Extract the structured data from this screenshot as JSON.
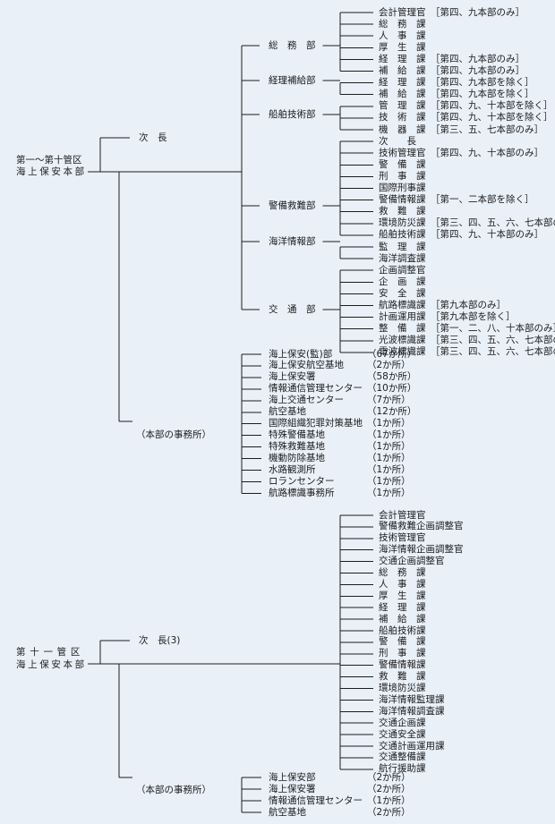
{
  "block1": {
    "root": [
      "第一～第十管区",
      "海上保安本部"
    ],
    "vice": "次　長",
    "honbu": "（本部の事務所）",
    "departments": [
      {
        "name": "総　務　部",
        "units": [
          {
            "name": "会計管理官",
            "note": "［第四、九本部のみ］"
          },
          {
            "name": "総　務　課",
            "note": ""
          },
          {
            "name": "人　事　課",
            "note": ""
          },
          {
            "name": "厚　生　課",
            "note": ""
          },
          {
            "name": "経　理　課",
            "note": "［第四、九本部のみ］"
          },
          {
            "name": "補　給　課",
            "note": "［第四、九本部のみ］"
          }
        ]
      },
      {
        "name": "経理補給部",
        "units": [
          {
            "name": "経　理　課",
            "note": "［第四、九本部を除く］"
          },
          {
            "name": "補　給　課",
            "note": "［第四、九本部を除く］"
          }
        ]
      },
      {
        "name": "船舶技術部",
        "units": [
          {
            "name": "管　理　課",
            "note": "［第四、九、十本部を除く］"
          },
          {
            "name": "技　術　課",
            "note": "［第四、九、十本部を除く］"
          },
          {
            "name": "機　器　課",
            "note": "［第三、五、七本部のみ］"
          }
        ]
      },
      {
        "name": "警備救難部",
        "units": [
          {
            "name": "次　　長",
            "note": ""
          },
          {
            "name": "技術管理官",
            "note": "［第四、九、十本部のみ］"
          },
          {
            "name": "警　備　課",
            "note": ""
          },
          {
            "name": "刑　事　課",
            "note": ""
          },
          {
            "name": "国際刑事課",
            "note": ""
          },
          {
            "name": "警備情報課",
            "note": "［第一、二本部を除く］"
          },
          {
            "name": "救　難　課",
            "note": ""
          },
          {
            "name": "環境防災課",
            "note": "［第三、四、五、六、七本部のみ］"
          },
          {
            "name": "船舶技術課",
            "note": "［第四、九、十本部のみ］"
          }
        ]
      },
      {
        "name": "海洋情報部",
        "units": [
          {
            "name": "監　理　課",
            "note": ""
          },
          {
            "name": "海洋調査課",
            "note": ""
          }
        ]
      },
      {
        "name": "交　通　部",
        "units": [
          {
            "name": "企画調整官",
            "note": ""
          },
          {
            "name": "企　画　課",
            "note": ""
          },
          {
            "name": "安　全　課",
            "note": ""
          },
          {
            "name": "航路標識課",
            "note": "［第九本部のみ］"
          },
          {
            "name": "計画運用課",
            "note": "［第九本部を除く］"
          },
          {
            "name": "整　備　課",
            "note": "［第一、二、八、十本部のみ］"
          },
          {
            "name": "光波標識課",
            "note": "［第三、四、五、六、七本部のみ］"
          },
          {
            "name": "電波標識課",
            "note": "［第三、四、五、六、七本部のみ］"
          }
        ]
      }
    ],
    "offices": [
      {
        "name": "海上保安(監)部",
        "count": "（67か所）"
      },
      {
        "name": "海上保安航空基地",
        "count": "（2か所）"
      },
      {
        "name": "海上保安署",
        "count": "（58か所）"
      },
      {
        "name": "情報通信管理センター",
        "count": "（10か所）"
      },
      {
        "name": "海上交通センター",
        "count": "（7か所）"
      },
      {
        "name": "航空基地",
        "count": "（12か所）"
      },
      {
        "name": "国際組織犯罪対策基地",
        "count": "（1か所）"
      },
      {
        "name": "特殊警備基地",
        "count": "（1か所）"
      },
      {
        "name": "特殊救難基地",
        "count": "（1か所）"
      },
      {
        "name": "機動防除基地",
        "count": "（1か所）"
      },
      {
        "name": "水路観測所",
        "count": "（1か所）"
      },
      {
        "name": "ロランセンター",
        "count": "（1か所）"
      },
      {
        "name": "航路標識事務所",
        "count": "（1か所）"
      }
    ]
  },
  "block2": {
    "root": [
      "第十一管区",
      "海上保安本部"
    ],
    "vice": "次　長(3)",
    "honbu": "（本部の事務所）",
    "units": [
      "会計管理官",
      "警備救難企画調整官",
      "技術管理官",
      "海洋情報企画調整官",
      "交通企画調整官",
      "総　務　課",
      "人　事　課",
      "厚　生　課",
      "経　理　課",
      "補　給　課",
      "船舶技術課",
      "警　備　課",
      "刑　事　課",
      "警備情報課",
      "救　難　課",
      "環境防災課",
      "海洋情報監理課",
      "海洋情報調査課",
      "交通企画課",
      "交通安全課",
      "交通計画運用課",
      "交通整備課",
      "航行援助課"
    ],
    "offices": [
      {
        "name": "海上保安部",
        "count": "（2か所）"
      },
      {
        "name": "海上保安署",
        "count": "（2か所）"
      },
      {
        "name": "情報通信管理センター",
        "count": "（1か所）"
      },
      {
        "name": "航空基地",
        "count": "（2か所）"
      }
    ]
  }
}
